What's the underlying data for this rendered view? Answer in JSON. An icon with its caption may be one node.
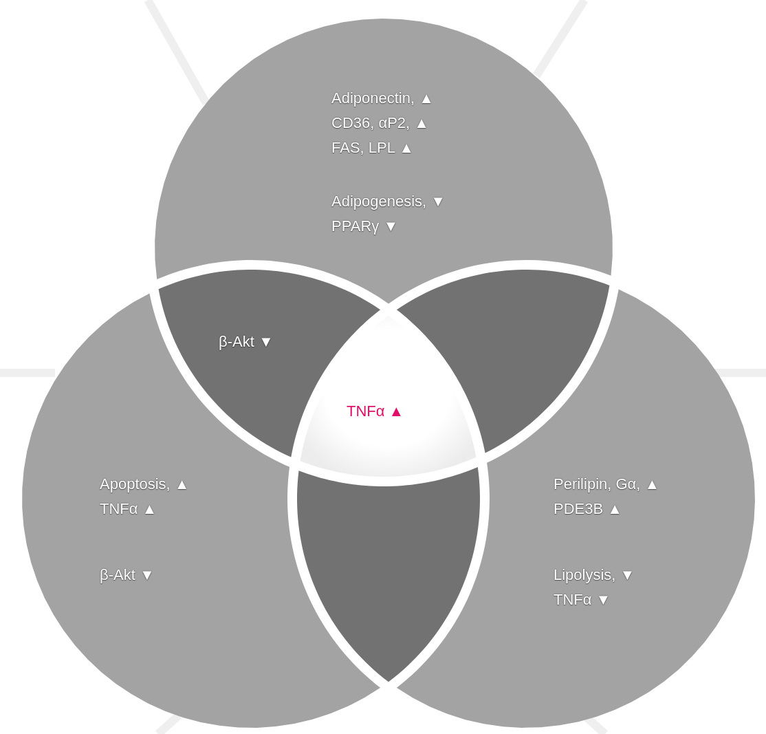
{
  "diagram": {
    "nodes": [
      {
        "text": [
          "Adiponectin, ▲ CD36, αP2, ▲ FAS, LPL ▲",
          "Adipogenesis, ▼ PPARγ ▼"
        ]
      },
      {
        "text": [
          "Apoptosis, ▲ TNFα ▲",
          "β-Akt ▼"
        ]
      },
      {
        "text": [
          "Perilipin, Gα, ▲ PDE3B ▲",
          "Lipolysis, ▼ TNFα ▼"
        ]
      },
      {
        "text": [
          "β-Akt ▼"
        ]
      },
      {
        "text": [],
        "shape": "lens"
      },
      {
        "text": [
          "TNFα ▲"
        ]
      },
      {
        "text": [],
        "shape": "lens"
      }
    ]
  }
}
